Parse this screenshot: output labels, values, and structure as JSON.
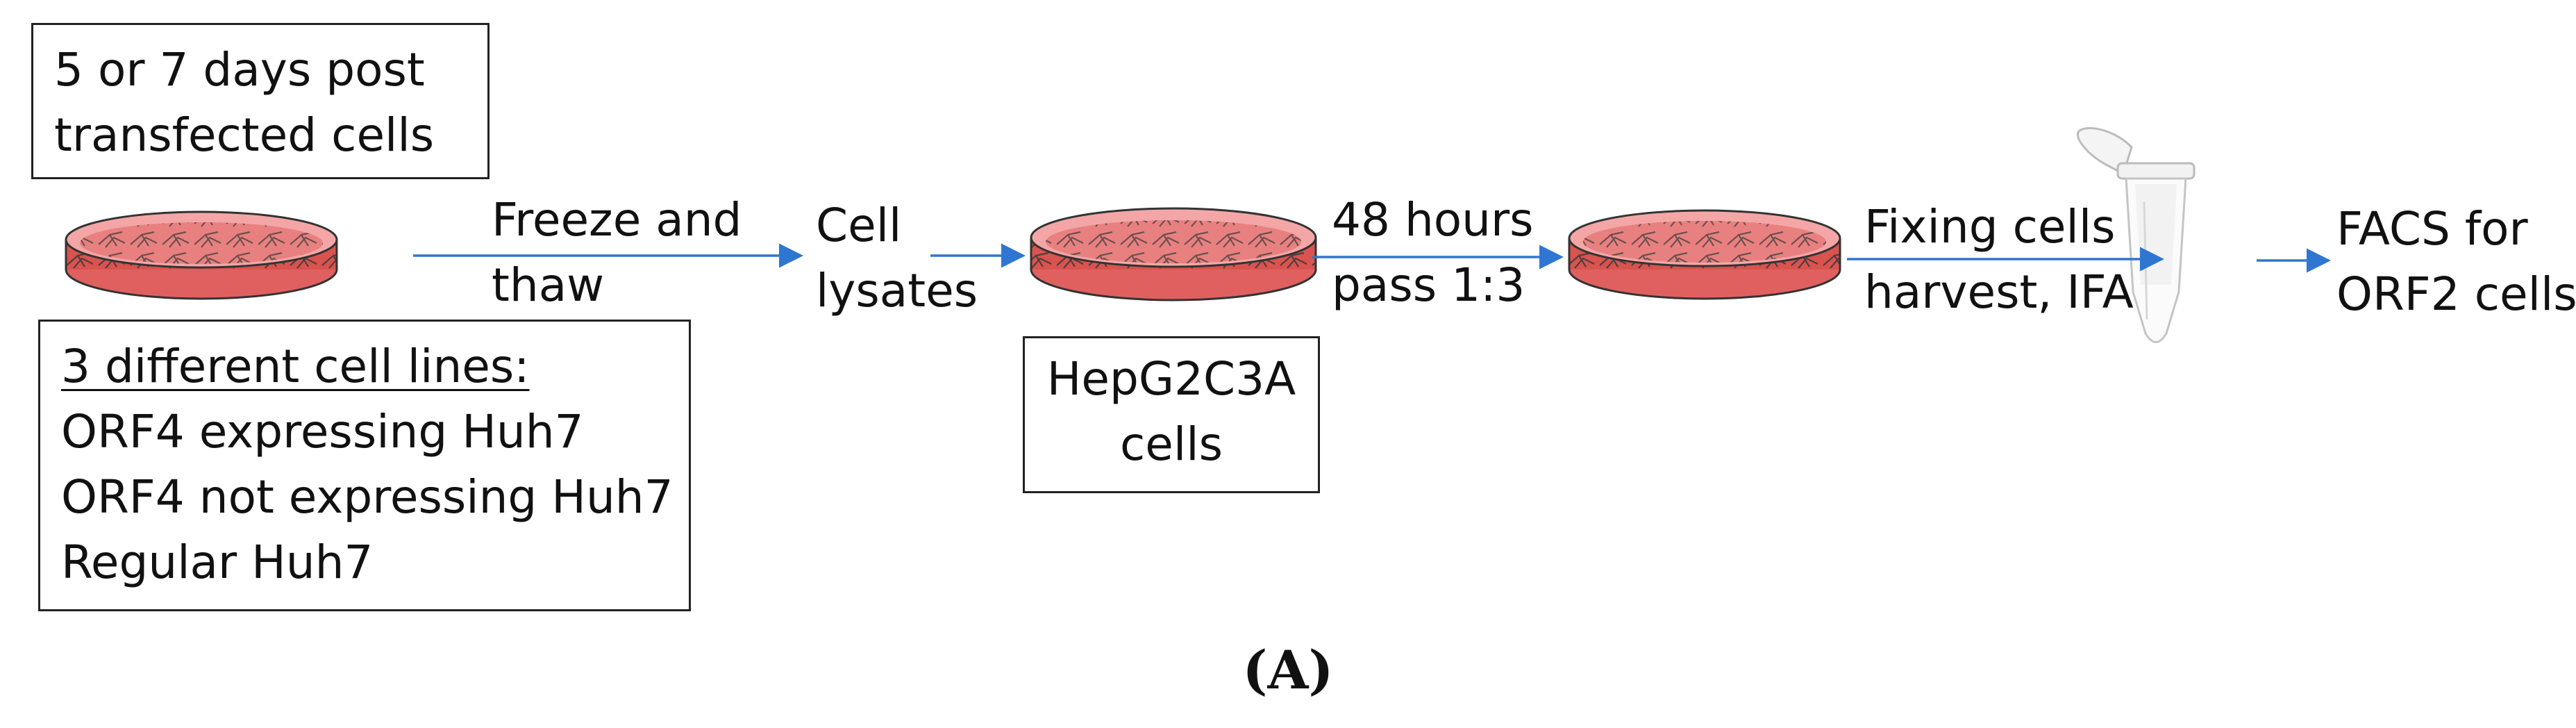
{
  "top_box": {
    "lines": [
      "5 or 7 days post",
      "transfected cells"
    ]
  },
  "cell_lines_box": {
    "heading": "3 different cell lines:",
    "items": [
      "ORF4 expressing Huh7",
      "ORF4 not expressing Huh7",
      "Regular Huh7"
    ]
  },
  "step_freeze": {
    "lines": [
      "Freeze and",
      "thaw"
    ]
  },
  "step_lysates": {
    "lines": [
      "Cell",
      "lysates"
    ]
  },
  "hepg2_box": {
    "lines": [
      "HepG2C3A",
      "cells"
    ]
  },
  "step_passage": {
    "lines": [
      "48 hours",
      "pass 1:3"
    ]
  },
  "step_fixing": {
    "lines": [
      "Fixing cells",
      "harvest, IFA"
    ]
  },
  "step_facs": {
    "lines": [
      "FACS for",
      "ORF2 cells"
    ]
  },
  "caption": "(A)",
  "colors": {
    "arrow": "#2f76d2",
    "dish_fill": "#d9534f",
    "dish_light": "#f4a6a6",
    "box_border": "#222222"
  }
}
